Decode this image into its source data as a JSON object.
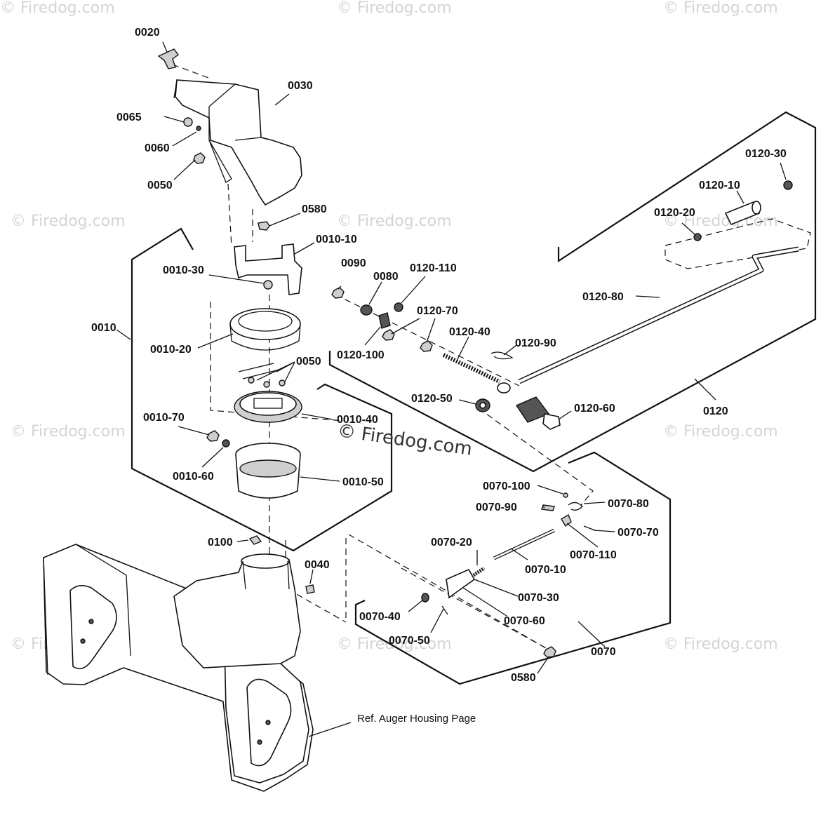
{
  "watermarks": {
    "small": "© Firedog.com",
    "main": "© Firedog.com"
  },
  "labels": {
    "p0020": "0020",
    "p0030": "0030",
    "p0065": "0065",
    "p0060": "0060",
    "p0050_top": "0050",
    "p0580_top": "0580",
    "p0010_10": "0010-10",
    "p0010_30": "0010-30",
    "p0010": "0010",
    "p0010_20": "0010-20",
    "p0050_mid": "0050",
    "p0010_40": "0010-40",
    "p0010_70": "0010-70",
    "p0010_60": "0010-60",
    "p0010_50": "0010-50",
    "p0090": "0090",
    "p0080": "0080",
    "p0120_110": "0120-110",
    "p0120_70": "0120-70",
    "p0120_100": "0120-100",
    "p0120_40": "0120-40",
    "p0120_90": "0120-90",
    "p0120_50": "0120-50",
    "p0120_60": "0120-60",
    "p0120": "0120",
    "p0120_80": "0120-80",
    "p0120_30": "0120-30",
    "p0120_10": "0120-10",
    "p0120_20": "0120-20",
    "p0100": "0100",
    "p0040": "0040",
    "p0070_100": "0070-100",
    "p0070_90": "0070-90",
    "p0070_80": "0070-80",
    "p0070_70": "0070-70",
    "p0070_110": "0070-110",
    "p0070_20": "0070-20",
    "p0070_10": "0070-10",
    "p0070_30": "0070-30",
    "p0070_60": "0070-60",
    "p0070_40": "0070-40",
    "p0070_50": "0070-50",
    "p0070": "0070",
    "p0580_bot": "0580"
  },
  "ref_note": "Ref. Auger Housing Page"
}
